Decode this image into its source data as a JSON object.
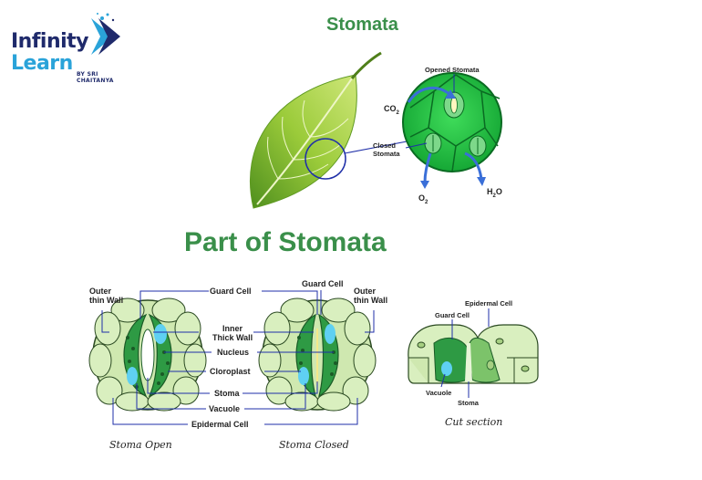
{
  "logo": {
    "word1": "Infinity",
    "word2": "Learn",
    "tagline": "BY SRI CHAITANYA"
  },
  "titles": {
    "main": "Stomata",
    "sub": "Part of Stomata"
  },
  "leaf_diagram": {
    "opened_stomata": "Opened Stomata",
    "co2": "CO",
    "co2_sub": "2",
    "closed_stomata_line1": "Closed",
    "closed_stomata_line2": "Stomata",
    "o2": "O",
    "o2_sub": "2",
    "h2o_h": "H",
    "h2o_sub": "2",
    "h2o_o": "O"
  },
  "parts_diagram": {
    "outer_thin_wall_left_1": "Outer",
    "outer_thin_wall_left_2": "thin Wall",
    "guard_cell_center": "Guard Cell",
    "guard_cell_right": "Guard Cell",
    "outer_thin_wall_right_1": "Outer",
    "outer_thin_wall_right_2": "thin Wall",
    "inner_thick_wall_1": "Inner",
    "inner_thick_wall_2": "Thick Wall",
    "nucleus": "Nucleus",
    "cloroplast": "Cloroplast",
    "stoma": "Stoma",
    "vacuole": "Vacuole",
    "epidermal_cell": "Epidermal Cell",
    "caption_open": "Stoma Open",
    "caption_closed": "Stoma Closed"
  },
  "cut_section": {
    "epidermal_cell": "Epidermal Cell",
    "guard_cell": "Guard Cell",
    "vacuole": "Vacuole",
    "stoma": "Stoma",
    "caption": "Cut section"
  },
  "colors": {
    "title_green": "#3a8f4a",
    "logo_blue": "#1f2a6b",
    "logo_cyan": "#2aa3d9",
    "cell_green": "#cfe8b0",
    "guard_green": "#2e9a44",
    "vacuole_blue": "#5fd0f2",
    "pointer_blue": "#1f2fa8"
  }
}
